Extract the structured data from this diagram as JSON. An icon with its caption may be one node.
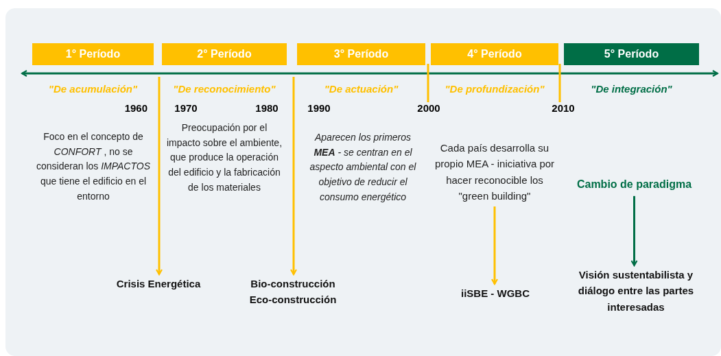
{
  "diagram": {
    "nodes": [
      {
        "text": [
          "1° Período"
        ]
      },
      {
        "text": [
          "2° Período"
        ]
      },
      {
        "text": [
          "3° Período"
        ]
      },
      {
        "text": [
          "4° Período"
        ]
      },
      {
        "text": [
          "5° Período"
        ]
      },
      {
        "text": [
          "Crisis Energética"
        ]
      },
      {
        "text": [
          "Bio-construcción",
          "Eco-construcción"
        ]
      },
      {
        "text": [
          "Cada país desarrolla su propio MEA - iniciativa por hacer reconocible los \"green building\""
        ]
      },
      {
        "text": [
          "iiSBE - WGBC"
        ]
      },
      {
        "text": [
          "Cambio de paradigma"
        ]
      },
      {
        "text": [
          "Visión sustentabilista y diálogo entre las partes interesadas"
        ]
      }
    ],
    "edges": [
      {
        "from": null,
        "to": 5,
        "arrow": "to"
      },
      {
        "from": null,
        "to": 6,
        "arrow": "to"
      },
      {
        "from": 7,
        "to": 8,
        "arrow": "to"
      },
      {
        "from": 9,
        "to": 10,
        "arrow": "to",
        "color": "#006e46"
      }
    ],
    "labels": [
      "\"De acumulación\"",
      "\"De reconocimiento\"",
      "\"De actuación\"",
      "\"De profundización\"",
      "\"De integración\"",
      "1960",
      "1970",
      "1980",
      "1990",
      "2000",
      "2010",
      "Foco en el concepto de *CONFORT* , no se consideran los *IMPACTOS* que tiene el edificio en el entorno",
      "Preocupación por el impacto sobre el ambiente, que produce la operación del edificio y la fabricación de los materiales",
      "Aparecen los primeros **MEA** - se centran en el aspecto ambiental con el objetivo de reducir el consumo energético"
    ]
  }
}
